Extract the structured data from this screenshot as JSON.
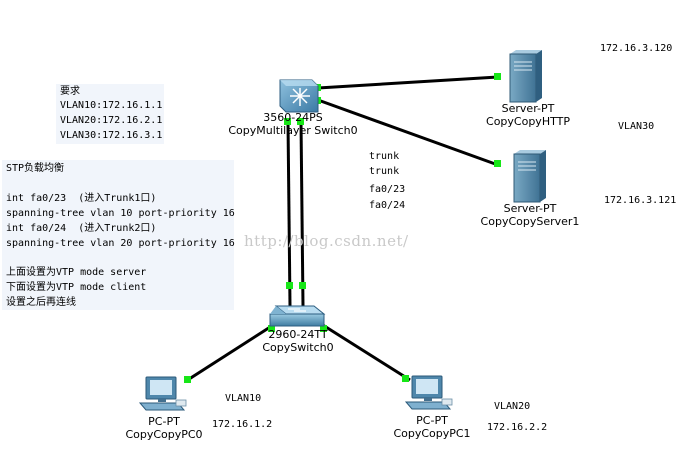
{
  "note_requirements": {
    "title": "要求",
    "lines": [
      "VLAN10:172.16.1.1",
      "VLAN20:172.16.2.1",
      "VLAN30:172.16.3.1"
    ]
  },
  "note_stp": {
    "title": "STP负载均衡",
    "lines": [
      "int fa0/23  (进入Trunk1口)",
      "spanning-tree vlan 10 port-priority 16",
      "int fa0/24  (进入Trunk2口)",
      "spanning-tree vlan 20 port-priority 16"
    ],
    "vtp_lines": [
      "上面设置为VTP mode server",
      "下面设置为VTP mode client",
      "设置之后再连线"
    ]
  },
  "link_labels": [
    "trunk",
    "trunk",
    "fa0/23",
    "fa0/24"
  ],
  "devices": {
    "multilayer_switch": {
      "model": "3560-24PS",
      "name": "CopyMultilayer Switch0"
    },
    "server_http": {
      "model": "Server-PT",
      "name": "CopyCopyHTTP"
    },
    "server1": {
      "model": "Server-PT",
      "name": "CopyCopyServer1"
    },
    "switch": {
      "model": "2960-24TT",
      "name": "CopySwitch0"
    },
    "pc0": {
      "model": "PC-PT",
      "name": "CopyCopyPC0"
    },
    "pc1": {
      "model": "PC-PT",
      "name": "CopyCopyPC1"
    }
  },
  "ip_labels": {
    "server_http_ip": "172.16.3.120",
    "server1_ip": "172.16.3.121",
    "pc0_ip": "172.16.1.2",
    "pc1_ip": "172.16.2.2"
  },
  "vlan_labels": {
    "server_vlan": "VLAN30",
    "pc0_vlan": "VLAN10",
    "pc1_vlan": "VLAN20"
  },
  "watermark": "http://blog.csdn.net/",
  "colors": {
    "link": "#000000",
    "port_up": "#17e617",
    "note_bg": "#f1f5fb",
    "device_blue": "#5a8fb0"
  }
}
